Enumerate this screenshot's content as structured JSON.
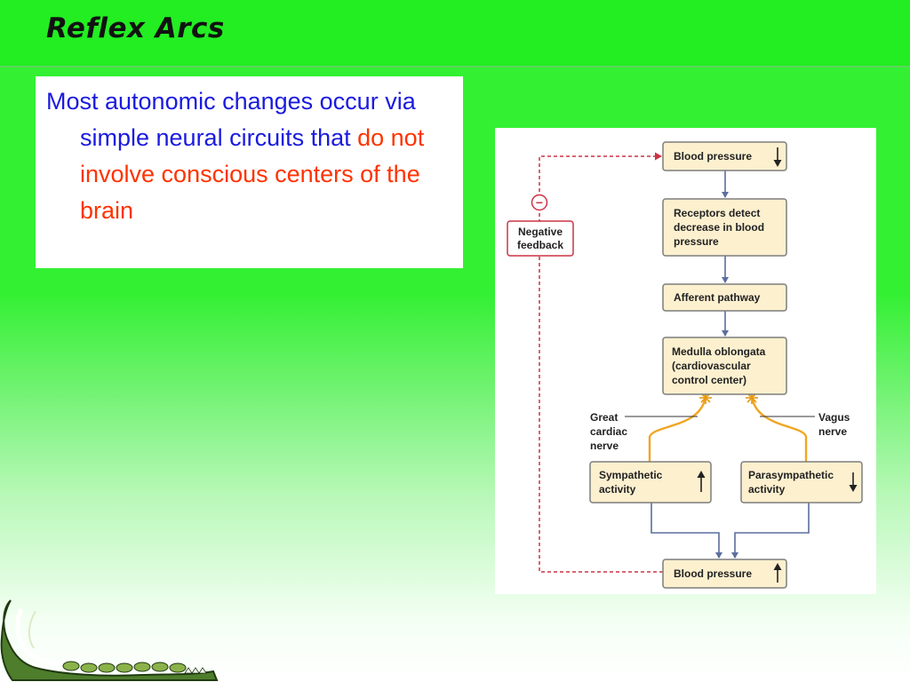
{
  "slide": {
    "title": "Reflex Arcs",
    "bullet": {
      "part1": "Most autonomic changes occur via simple neural circuits that ",
      "highlight": "do not involve conscious centers of the brain",
      "highlight_color": "#ff3300",
      "text_color": "#1a1ae0"
    }
  },
  "diagram": {
    "boxes": {
      "bp_top": "Blood pressure",
      "receptors_line1": "Receptors detect",
      "receptors_line2": "decrease in blood",
      "receptors_line3": "pressure",
      "afferent": "Afferent pathway",
      "medulla_line1": "Medulla oblongata",
      "medulla_line2": "(cardiovascular",
      "medulla_line3": "control center)",
      "sympathetic_line1": "Sympathetic",
      "sympathetic_line2": "activity",
      "parasympathetic_line1": "Parasympathetic",
      "parasympathetic_line2": "activity",
      "bp_bottom": "Blood pressure"
    },
    "arrows": {
      "bp_top": "down",
      "sympathetic": "up",
      "parasympathetic": "down",
      "bp_bottom": "up"
    },
    "feedback": {
      "line1": "Negative",
      "line2": "feedback",
      "symbol": "−"
    },
    "nerves": {
      "left_line1": "Great",
      "left_line2": "cardiac",
      "left_line3": "nerve",
      "right_line1": "Vagus",
      "right_line2": "nerve"
    }
  }
}
